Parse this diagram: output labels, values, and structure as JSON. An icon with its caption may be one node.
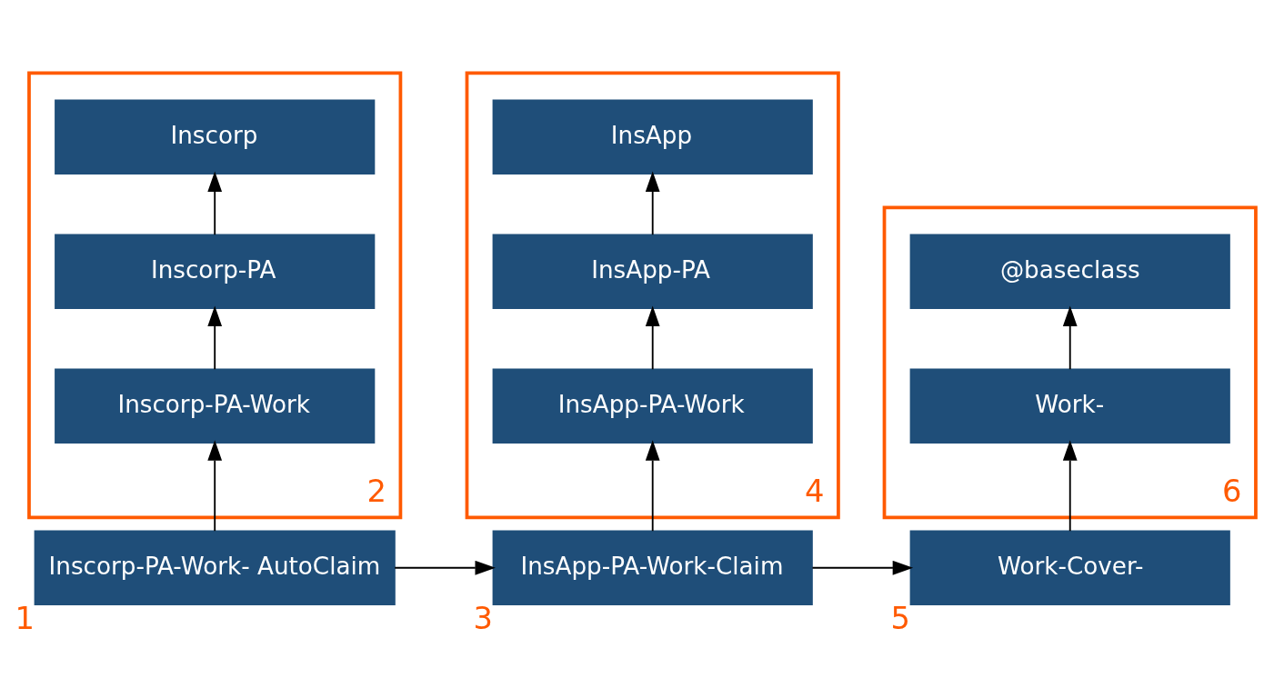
{
  "diagram": {
    "nodes": [
      {
        "text": [],
        "shape": "box",
        "beside": [
          "2"
        ]
      },
      {
        "text": [
          "Inscorp"
        ],
        "in": 0
      },
      {
        "text": [
          "Inscorp-PA"
        ],
        "in": 0
      },
      {
        "text": [
          "Inscorp-PA-Work"
        ],
        "in": 0
      },
      {
        "text": [],
        "shape": "box",
        "beside": [
          "4"
        ]
      },
      {
        "text": [
          "InsApp"
        ],
        "in": 4
      },
      {
        "text": [
          "InsApp-PA"
        ],
        "in": 4
      },
      {
        "text": [
          "InsApp-PA-Work"
        ],
        "in": 4
      },
      {
        "text": [],
        "shape": "box",
        "beside": [
          "6"
        ]
      },
      {
        "text": [
          "@baseclass"
        ],
        "in": 8
      },
      {
        "text": [
          "Work-"
        ],
        "in": 8
      },
      {
        "text": [
          "Inscorp-PA-Work- AutoClaim"
        ],
        "beside": [
          "1"
        ]
      },
      {
        "text": [
          "InsApp-PA-Work-Claim"
        ],
        "beside": [
          "3"
        ]
      },
      {
        "text": [
          "Work-Cover-"
        ],
        "beside": [
          "5"
        ]
      }
    ],
    "edges": [
      {
        "from": 2,
        "to": 1,
        "arrow": "to"
      },
      {
        "from": 3,
        "to": 2,
        "arrow": "to"
      },
      {
        "from": 11,
        "to": 3,
        "arrow": "to"
      },
      {
        "from": 11,
        "to": 12,
        "arrow": "to"
      },
      {
        "from": 7,
        "to": 6,
        "arrow": "to"
      },
      {
        "from": 6,
        "to": 5,
        "arrow": "to"
      },
      {
        "from": 12,
        "to": 7,
        "arrow": "to"
      },
      {
        "from": 12,
        "to": 13,
        "arrow": "to"
      },
      {
        "from": 13,
        "to": 10,
        "arrow": "to"
      },
      {
        "from": 10,
        "to": 9,
        "arrow": "to"
      }
    ]
  }
}
